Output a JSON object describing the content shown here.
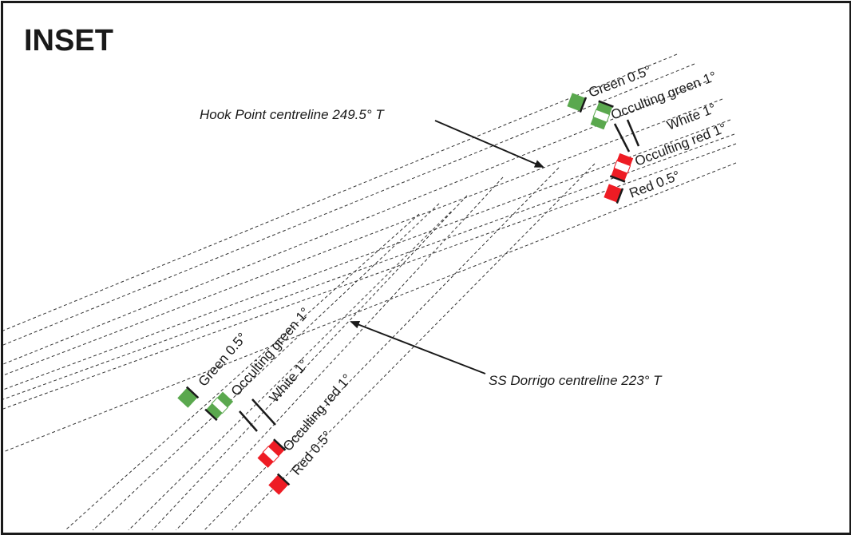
{
  "inset": {
    "title": "INSET"
  },
  "hook_point": {
    "callout": "Hook Point centreline 249.5° T",
    "sectors": [
      {
        "label": "Green 0.5°",
        "kind": "fixed",
        "color": "#5aa84e"
      },
      {
        "label": "Occulting green 1°",
        "kind": "occulting",
        "color": "#5aa84e"
      },
      {
        "label": "White 1°",
        "kind": "white",
        "color": "#ffffff"
      },
      {
        "label": "Occulting red 1°",
        "kind": "occulting",
        "color": "#ee1c24"
      },
      {
        "label": "Red 0.5°",
        "kind": "fixed",
        "color": "#ee1c24"
      }
    ]
  },
  "ss_dorrigo": {
    "callout": "SS Dorrigo centreline 223° T",
    "sectors": [
      {
        "label": "Green 0.5°",
        "kind": "fixed",
        "color": "#5aa84e"
      },
      {
        "label": "Occulting green 1°",
        "kind": "occulting",
        "color": "#5aa84e"
      },
      {
        "label": "White 1°",
        "kind": "white",
        "color": "#ffffff"
      },
      {
        "label": "Occulting red 1°",
        "kind": "occulting",
        "color": "#ee1c24"
      },
      {
        "label": "Red 0.5°",
        "kind": "fixed",
        "color": "#ee1c24"
      }
    ]
  },
  "colors": {
    "green": "#5aa84e",
    "red": "#ee1c24",
    "line": "#1a1a1a"
  }
}
